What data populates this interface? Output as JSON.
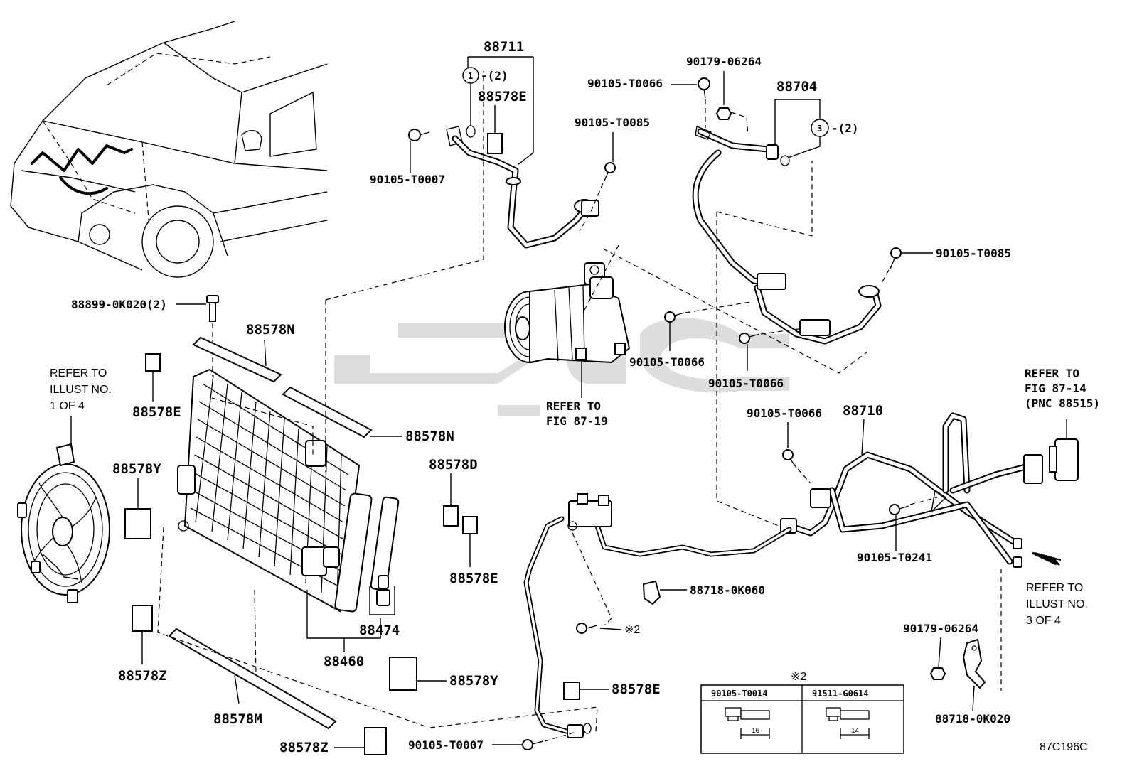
{
  "diagram_code": "87C196C",
  "watermark_icon": "site-logo-watermark",
  "labels": {
    "p88711": "88711",
    "p88704": "88704",
    "p88710": "88710",
    "p88578E_top": "88578E",
    "p88578E_left": "88578E",
    "p88578E_mid": "88578E",
    "p88578E_bottom": "88578E",
    "p88578N_top": "88578N",
    "p88578N_right": "88578N",
    "p88578Y_left": "88578Y",
    "p88578Y_bottom": "88578Y",
    "p88578D": "88578D",
    "p88578Z_left": "88578Z",
    "p88578Z_bottom": "88578Z",
    "p88578M": "88578M",
    "p88474": "88474",
    "p88460": "88460",
    "p88899": "88899-0K020(2)",
    "p90105_T0007_top": "90105-T0007",
    "p90105_T0007_bottom": "90105-T0007",
    "p90105_T0085_top": "90105-T0085",
    "p90105_T0085_right": "90105-T0085",
    "p90105_T0066_top": "90105-T0066",
    "p90105_T0066_mid1": "90105-T0066",
    "p90105_T0066_mid2": "90105-T0066",
    "p90105_T0066_right": "90105-T0066",
    "p90179_top": "90179-06264",
    "p90179_bottom": "90179-06264",
    "p90105_T0241": "90105-T0241",
    "p88718_0K060": "88718-0K060",
    "p88718_0K020": "88718-0K020",
    "circle1": "1",
    "circle1_qty": "-(2)",
    "circle3": "3",
    "circle3_qty": "-(2)",
    "note_mark": "※2",
    "note_mark_table": "※2"
  },
  "refer_notes": {
    "left": [
      "REFER TO",
      "ILLUST NO.",
      "1 OF 4"
    ],
    "compressor": [
      "REFER TO",
      "FIG 87-19"
    ],
    "right_top": [
      "REFER TO",
      "FIG 87-14",
      "(PNC 88515)"
    ],
    "right_bottom": [
      "REFER TO",
      "ILLUST NO.",
      "3 OF 4"
    ]
  },
  "note_table": {
    "columns": [
      "90105-T0014",
      "91511-G0614"
    ],
    "dimensions": [
      "16",
      "14"
    ]
  }
}
